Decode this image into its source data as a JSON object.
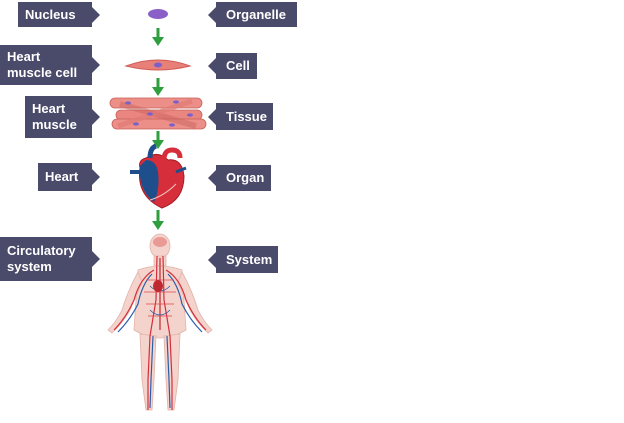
{
  "title": "Levels of organisation: organelle to system",
  "colors": {
    "label_bg": "#4a4a6a",
    "label_text": "#ffffff",
    "arrow": "#2e9e3e",
    "nucleus": "#8a5fc8"
  },
  "levels": [
    {
      "example": "Nucleus",
      "level": "Organelle",
      "icon": "nucleus-icon"
    },
    {
      "example": "Heart\nmuscle cell",
      "level": "Cell",
      "icon": "muscle-cell-icon"
    },
    {
      "example": "Heart\nmuscle",
      "level": "Tissue",
      "icon": "muscle-tissue-icon"
    },
    {
      "example": "Heart",
      "level": "Organ",
      "icon": "heart-icon"
    },
    {
      "example": "Circulatory\nsystem",
      "level": "System",
      "icon": "circulatory-system-icon"
    }
  ]
}
